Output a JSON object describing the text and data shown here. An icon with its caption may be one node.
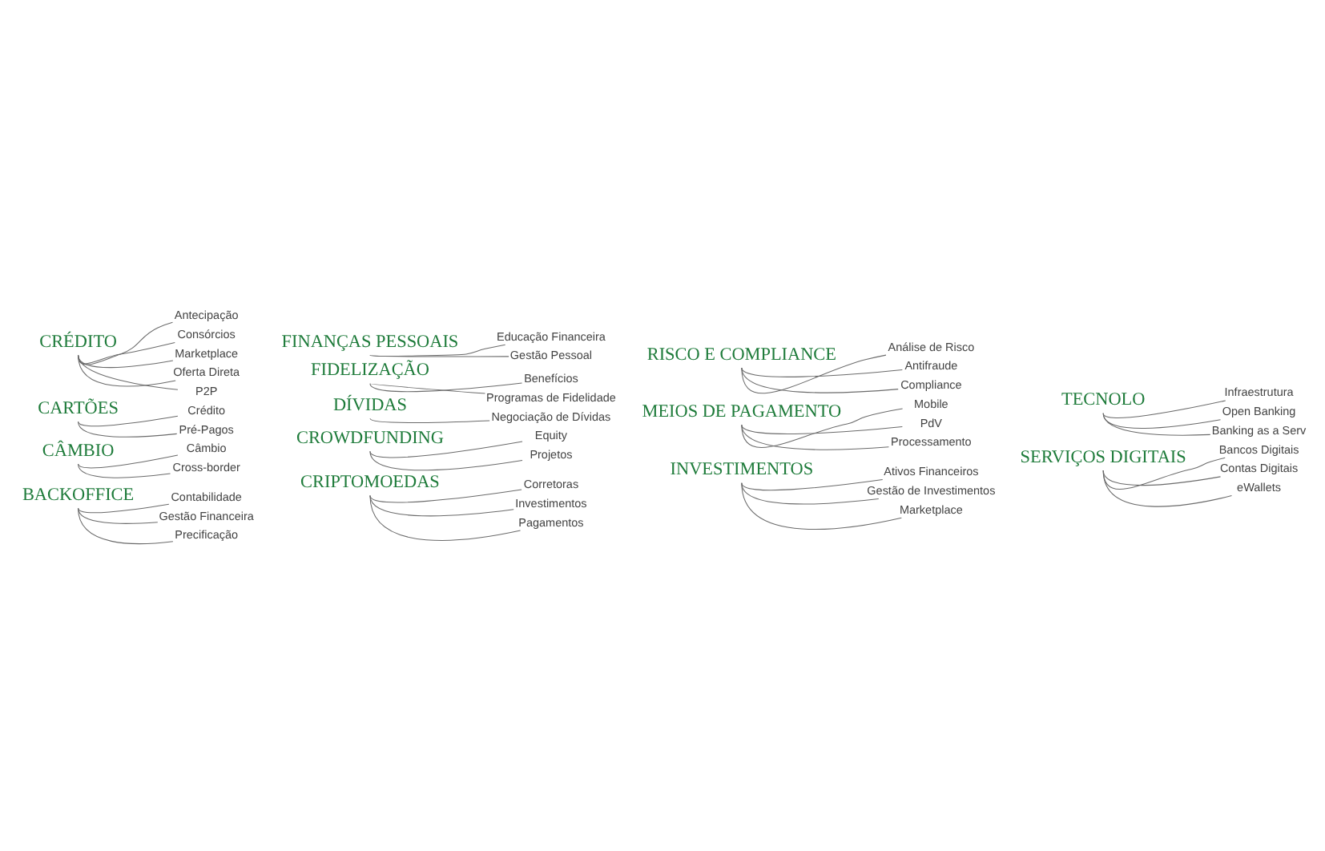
{
  "diagram": {
    "nodes": [
      {
        "text": [
          "BACKOFFICE"
        ]
      },
      {
        "text": [
          "Contabilidade"
        ]
      },
      {
        "text": [
          "Gestão Financeira"
        ]
      },
      {
        "text": [
          "Precificação"
        ]
      },
      {
        "text": [
          "CÂMBIO"
        ]
      },
      {
        "text": [
          "Câmbio"
        ]
      },
      {
        "text": [
          "Cross-border"
        ]
      },
      {
        "text": [
          "CARTÕES"
        ]
      },
      {
        "text": [
          "Crédito"
        ]
      },
      {
        "text": [
          "Pré-Pagos"
        ]
      },
      {
        "text": [
          "CRÉDITO"
        ]
      },
      {
        "text": [
          "Antecipação"
        ]
      },
      {
        "text": [
          "Consórcios"
        ]
      },
      {
        "text": [
          "Marketplace"
        ]
      },
      {
        "text": [
          "Oferta Direta"
        ]
      },
      {
        "text": [
          "P2P"
        ]
      },
      {
        "text": [
          "CRIPTOMOEDAS"
        ]
      },
      {
        "text": [
          "Corretoras"
        ]
      },
      {
        "text": [
          "Investimentos"
        ]
      },
      {
        "text": [
          "Pagamentos"
        ]
      },
      {
        "text": [
          "CROWDFUNDING"
        ]
      },
      {
        "text": [
          "Equity"
        ]
      },
      {
        "text": [
          "Projetos"
        ]
      },
      {
        "text": [
          "DÍVIDAS"
        ]
      },
      {
        "text": [
          "Negociação de Dívidas"
        ]
      },
      {
        "text": [
          "FIDELIZAÇÃO"
        ]
      },
      {
        "text": [
          "Benefícios"
        ]
      },
      {
        "text": [
          "Programas de Fidelidade"
        ]
      },
      {
        "text": [
          "FINANÇAS PESSOAIS"
        ]
      },
      {
        "text": [
          "Educação Financeira"
        ]
      },
      {
        "text": [
          "Gestão Pessoal"
        ]
      },
      {
        "text": [
          "INVESTIMENTOS"
        ]
      },
      {
        "text": [
          "Ativos Financeiros"
        ]
      },
      {
        "text": [
          "Gestão de Investimentos"
        ]
      },
      {
        "text": [
          "Marketplace"
        ]
      },
      {
        "text": [
          "MEIOS DE PAGAMENTO"
        ]
      },
      {
        "text": [
          "Mobile"
        ]
      },
      {
        "text": [
          "PdV"
        ]
      },
      {
        "text": [
          "Processamento"
        ]
      },
      {
        "text": [
          "RISCO E COMPLIANCE"
        ]
      },
      {
        "text": [
          "Análise de Risco"
        ]
      },
      {
        "text": [
          "Antifraude"
        ]
      },
      {
        "text": [
          "Compliance"
        ]
      },
      {
        "text": [
          "SERVIÇOS DIGITAIS"
        ]
      },
      {
        "text": [
          "Bancos Digitais"
        ]
      },
      {
        "text": [
          "Contas Digitais"
        ]
      },
      {
        "text": [
          "eWallets"
        ]
      },
      {
        "text": [
          "TECNOLO"
        ]
      },
      {
        "text": [
          "Infraestrutura"
        ]
      },
      {
        "text": [
          "Open Banking"
        ]
      },
      {
        "text": [
          "Banking as a Serv"
        ]
      }
    ],
    "edges": [
      {
        "from": 0,
        "to": 1,
        "arrow": "none"
      },
      {
        "from": 0,
        "to": 2,
        "arrow": "none"
      },
      {
        "from": 0,
        "to": 3,
        "arrow": "none"
      },
      {
        "from": 4,
        "to": 5,
        "arrow": "none"
      },
      {
        "from": 4,
        "to": 6,
        "arrow": "none"
      },
      {
        "from": 7,
        "to": 8,
        "arrow": "none"
      },
      {
        "from": 7,
        "to": 9,
        "arrow": "none"
      },
      {
        "from": 10,
        "to": 11,
        "arrow": "none"
      },
      {
        "from": 10,
        "to": 12,
        "arrow": "none"
      },
      {
        "from": 10,
        "to": 13,
        "arrow": "none"
      },
      {
        "from": 10,
        "to": 14,
        "arrow": "none"
      },
      {
        "from": 10,
        "to": 15,
        "arrow": "none"
      },
      {
        "from": 16,
        "to": 17,
        "arrow": "none"
      },
      {
        "from": 16,
        "to": 18,
        "arrow": "none"
      },
      {
        "from": 16,
        "to": 19,
        "arrow": "none"
      },
      {
        "from": 20,
        "to": 21,
        "arrow": "none"
      },
      {
        "from": 20,
        "to": 22,
        "arrow": "none"
      },
      {
        "from": 23,
        "to": 24,
        "arrow": "none"
      },
      {
        "from": 25,
        "to": 26,
        "arrow": "none"
      },
      {
        "from": 25,
        "to": 27,
        "arrow": "none"
      },
      {
        "from": 28,
        "to": 29,
        "arrow": "none"
      },
      {
        "from": 28,
        "to": 30,
        "arrow": "none"
      },
      {
        "from": 31,
        "to": 32,
        "arrow": "none"
      },
      {
        "from": 31,
        "to": 33,
        "arrow": "none"
      },
      {
        "from": 31,
        "to": 34,
        "arrow": "none"
      },
      {
        "from": 35,
        "to": 36,
        "arrow": "none"
      },
      {
        "from": 35,
        "to": 37,
        "arrow": "none"
      },
      {
        "from": 35,
        "to": 38,
        "arrow": "none"
      },
      {
        "from": 39,
        "to": 40,
        "arrow": "none"
      },
      {
        "from": 39,
        "to": 41,
        "arrow": "none"
      },
      {
        "from": 39,
        "to": 42,
        "arrow": "none"
      },
      {
        "from": 43,
        "to": 44,
        "arrow": "none"
      },
      {
        "from": 43,
        "to": 45,
        "arrow": "none"
      },
      {
        "from": 43,
        "to": 46,
        "arrow": "none"
      },
      {
        "from": 47,
        "to": 48,
        "arrow": "none"
      },
      {
        "from": 47,
        "to": 49,
        "arrow": "none"
      },
      {
        "from": 47,
        "to": 50,
        "arrow": "none"
      }
    ]
  }
}
